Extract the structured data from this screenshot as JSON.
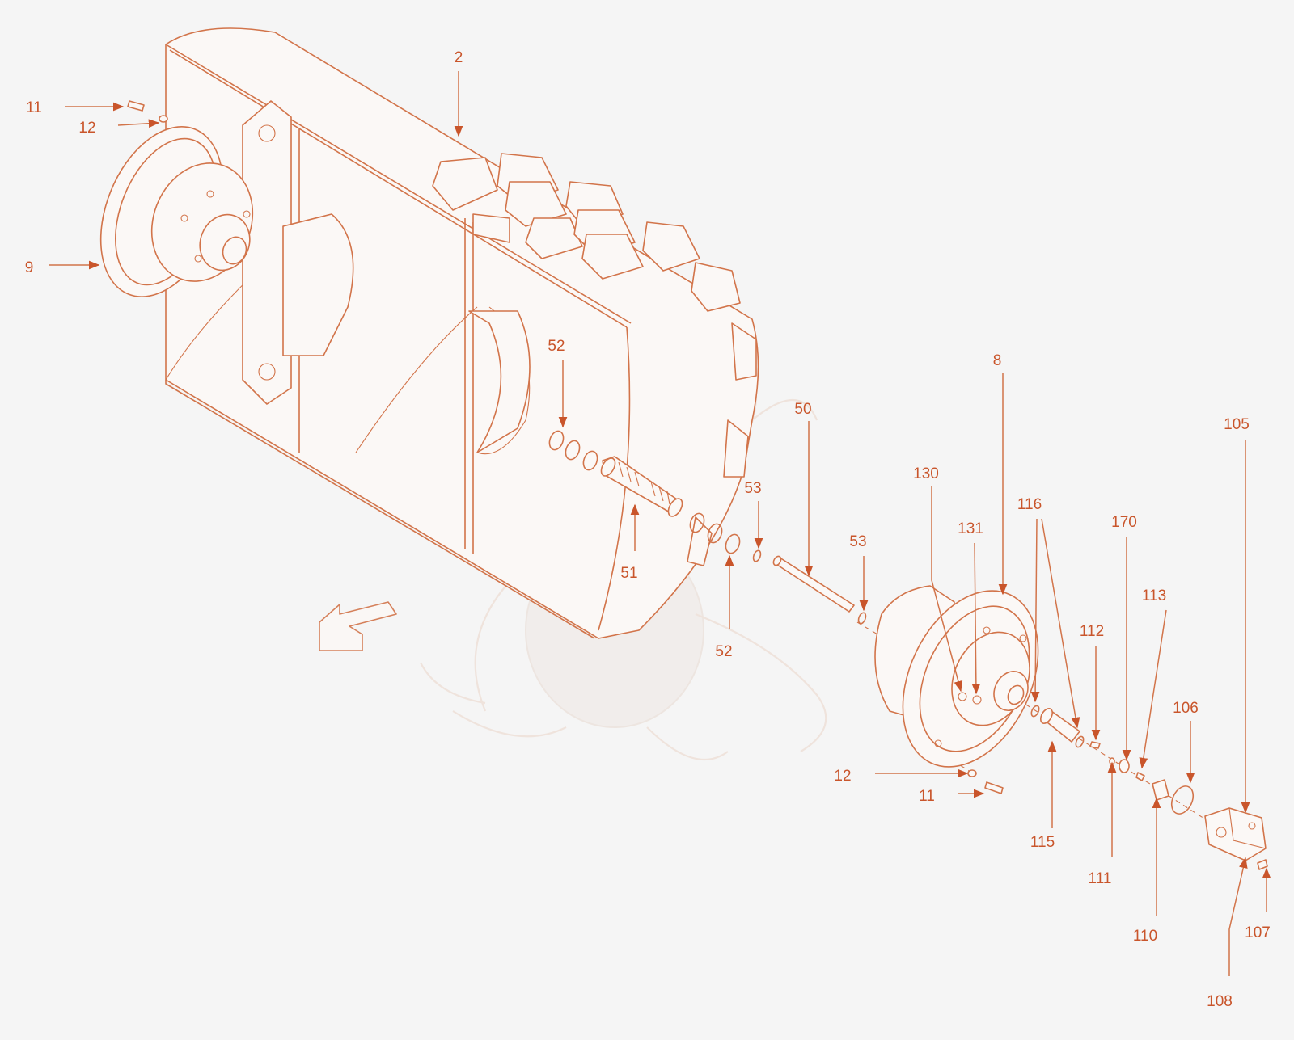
{
  "diagram": {
    "accent_color": "#c9552b",
    "line_color": "#d2744a",
    "background": "#f5f5f5",
    "watermark": "dragon-watermark-icon",
    "labels": [
      {
        "id": "2",
        "text": "2"
      },
      {
        "id": "11a",
        "text": "11"
      },
      {
        "id": "12a",
        "text": "12"
      },
      {
        "id": "9",
        "text": "9"
      },
      {
        "id": "52a",
        "text": "52"
      },
      {
        "id": "51",
        "text": "51"
      },
      {
        "id": "52b",
        "text": "52"
      },
      {
        "id": "53a",
        "text": "53"
      },
      {
        "id": "50",
        "text": "50"
      },
      {
        "id": "53b",
        "text": "53"
      },
      {
        "id": "8",
        "text": "8"
      },
      {
        "id": "130",
        "text": "130"
      },
      {
        "id": "131",
        "text": "131"
      },
      {
        "id": "116",
        "text": "116"
      },
      {
        "id": "170",
        "text": "170"
      },
      {
        "id": "112",
        "text": "112"
      },
      {
        "id": "113",
        "text": "113"
      },
      {
        "id": "105",
        "text": "105"
      },
      {
        "id": "106",
        "text": "106"
      },
      {
        "id": "12b",
        "text": "12"
      },
      {
        "id": "11b",
        "text": "11"
      },
      {
        "id": "115",
        "text": "115"
      },
      {
        "id": "111",
        "text": "111"
      },
      {
        "id": "110",
        "text": "110"
      },
      {
        "id": "107",
        "text": "107"
      },
      {
        "id": "108",
        "text": "108"
      }
    ]
  }
}
